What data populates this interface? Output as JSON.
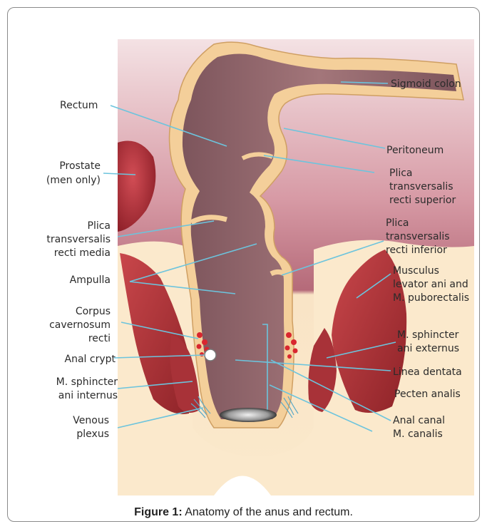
{
  "colors": {
    "background_pink": "#eed3d6",
    "background_deep": "#b06878",
    "skin": "#fbe8c9",
    "wall": "#f4cf9a",
    "wall_edge": "#cf9f63",
    "lumen": "#9a6a70",
    "muscle": "#b6363a",
    "prostate": "#b8323c",
    "leader": "#6cc4dd"
  },
  "labels": {
    "sigmoid_colon": "Sigmoid colon",
    "rectum": "Rectum",
    "peritoneum": "Peritoneum",
    "prostate_line1": "Prostate",
    "prostate_line2": "(men only)",
    "plica_superior_line1": "Plica",
    "plica_superior_line2": "transversalis",
    "plica_superior_line3": "recti superior",
    "plica_media_line1": "Plica",
    "plica_media_line2": "transversalis",
    "plica_media_line3": "recti media",
    "plica_inferior_line1": "Plica",
    "plica_inferior_line2": "transversalis",
    "plica_inferior_line3": "recti inferior",
    "ampulla": "Ampulla",
    "levator_line1": "Musculus",
    "levator_line2": "levator ani and",
    "levator_line3": "M. puborectalis",
    "corpus_line1": "Corpus",
    "corpus_line2": "cavernosum",
    "corpus_line3": "recti",
    "sphincter_ext_line1": "M. sphincter",
    "sphincter_ext_line2": "ani externus",
    "anal_crypt": "Anal crypt",
    "linea_dentata": "Linea dentata",
    "sphincter_int_line1": "M. sphincter",
    "sphincter_int_line2": "ani internus",
    "pecten_analis": "Pecten analis",
    "venous_line1": "Venous",
    "venous_line2": "plexus",
    "anal_canal_line1": "Anal canal",
    "anal_canal_line2": "M. canalis"
  },
  "caption": {
    "prefix": "Figure 1:",
    "text": " Anatomy of the anus and rectum."
  }
}
